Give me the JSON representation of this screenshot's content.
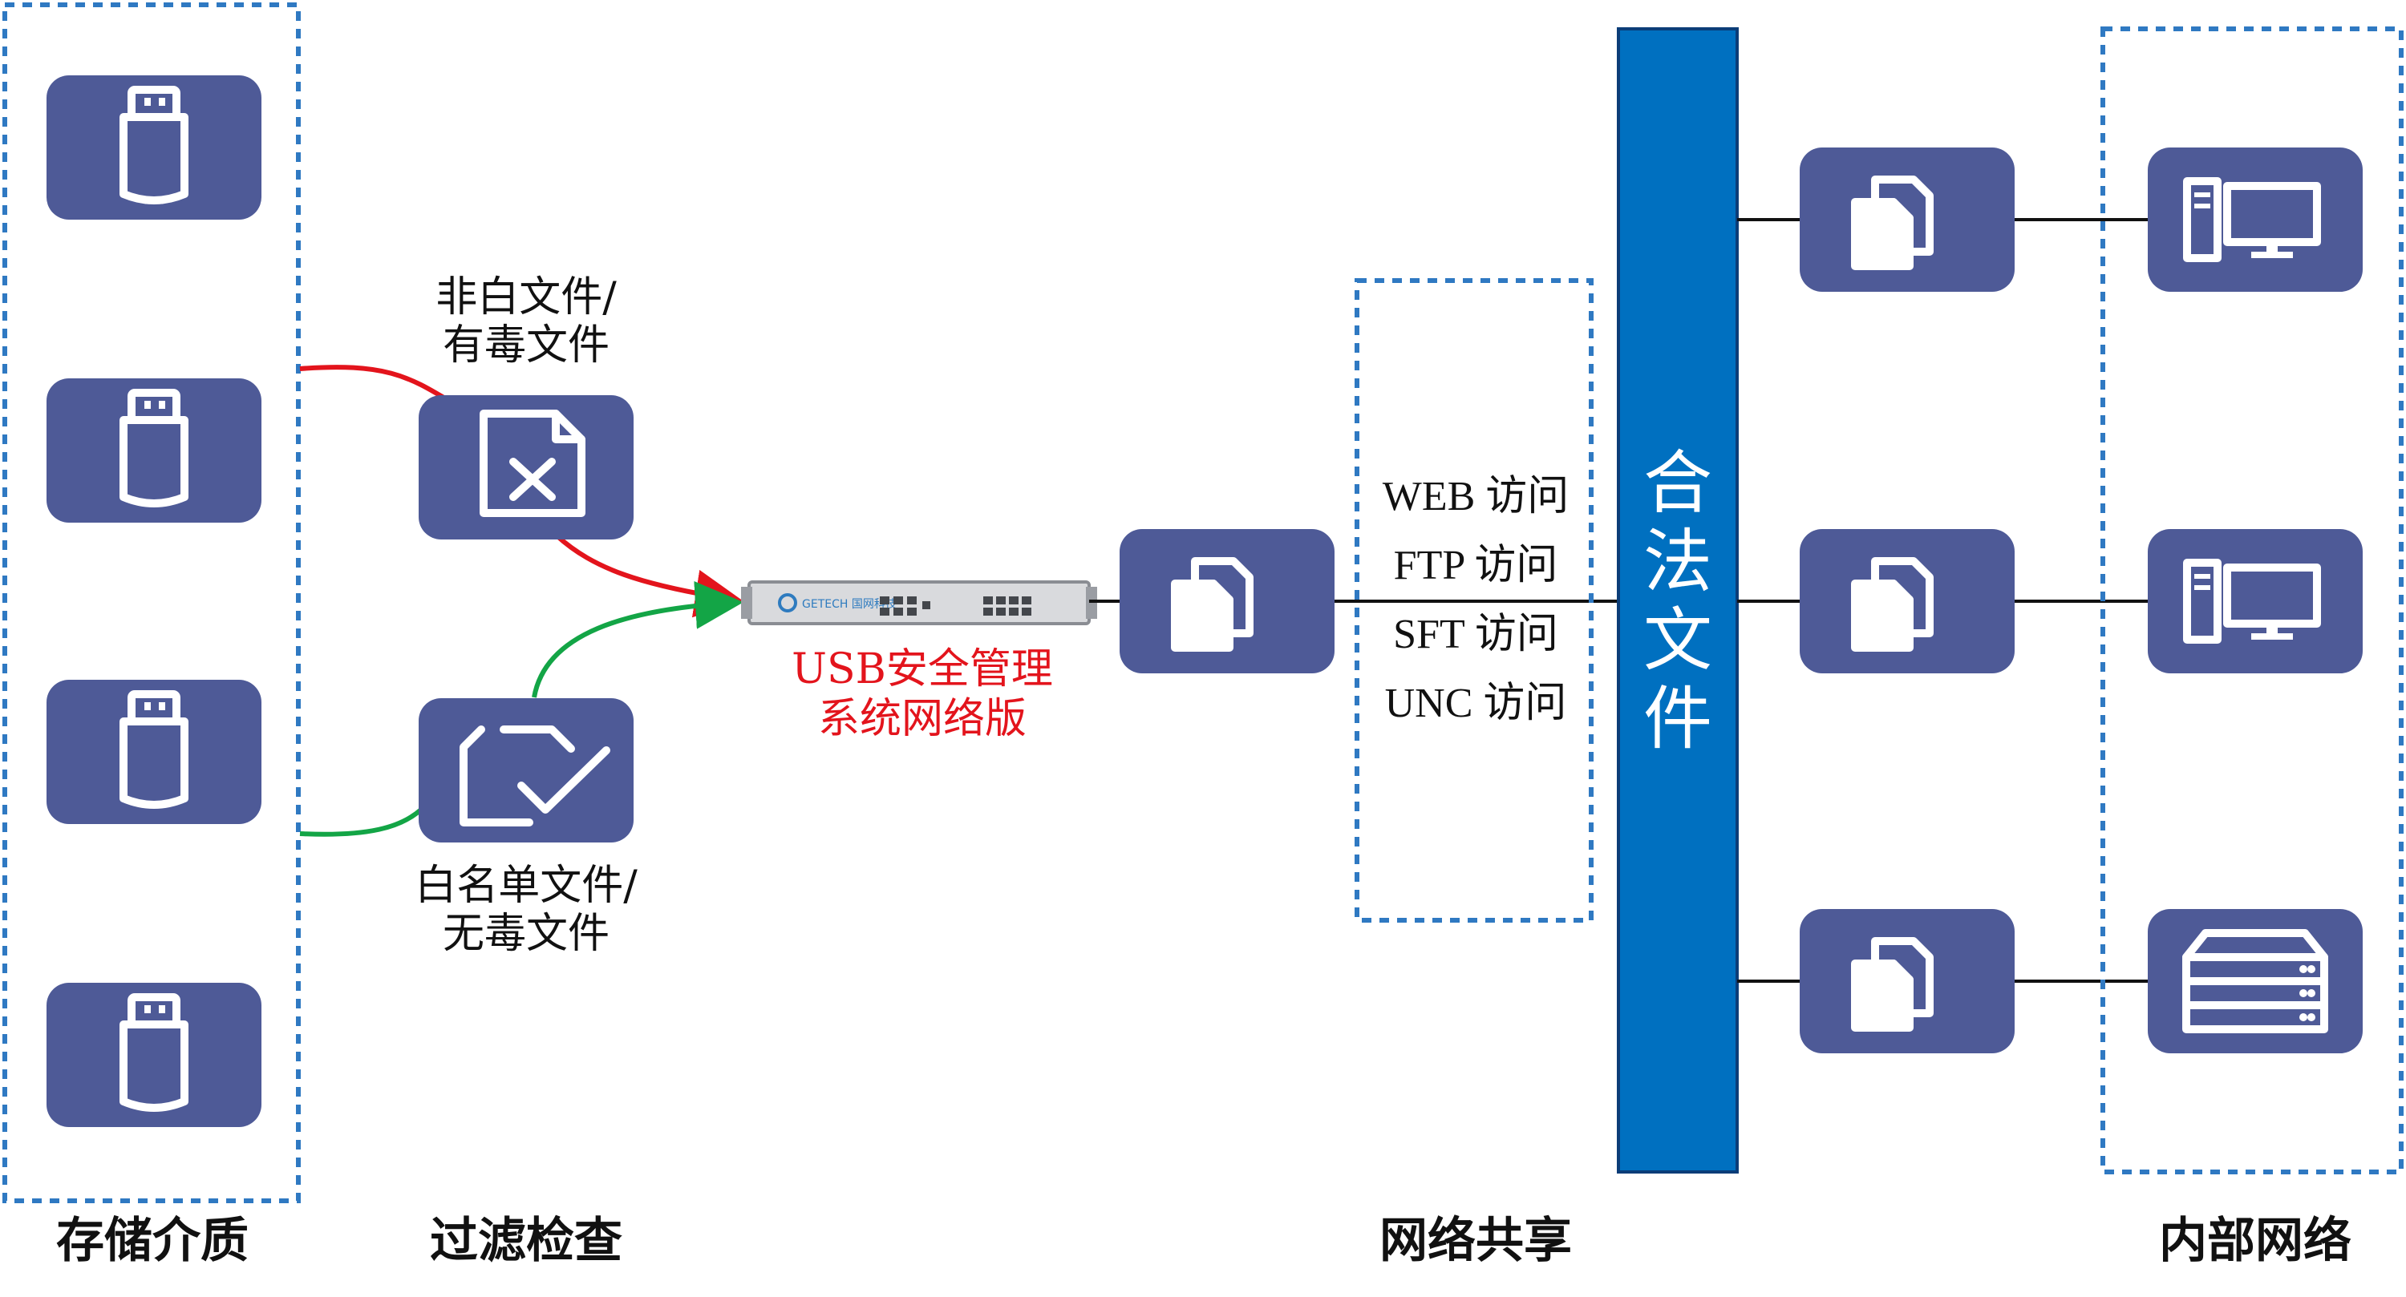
{
  "labels": {
    "rejected_line1": "非白文件/",
    "rejected_line2": "有毒文件",
    "approved_line1": "白名单文件/",
    "approved_line2": "无毒文件",
    "device_line1": "USB安全管理",
    "device_line2": "系统网络版",
    "device_brand": "GETECH 国网科技"
  },
  "protocols": [
    "WEB 访问",
    "FTP 访问",
    "SFT 访问",
    "UNC 访问"
  ],
  "legit_bar": [
    "合",
    "法",
    "文",
    "件"
  ],
  "sections": {
    "storage": "存储介质",
    "filter": "过滤检查",
    "share": "网络共享",
    "internal": "内部网络"
  },
  "icons": {
    "usb": "usb-drive-icon",
    "reject": "file-x-icon",
    "approve": "file-check-icon",
    "files": "copy-files-icon",
    "computer": "desktop-computer-icon",
    "server": "server-rack-icon"
  },
  "colors": {
    "tile": "#4e5a97",
    "dashed": "#2f79c2",
    "bar": "#0070c0",
    "reject_line": "#e3141c",
    "approve_line": "#13a546"
  }
}
